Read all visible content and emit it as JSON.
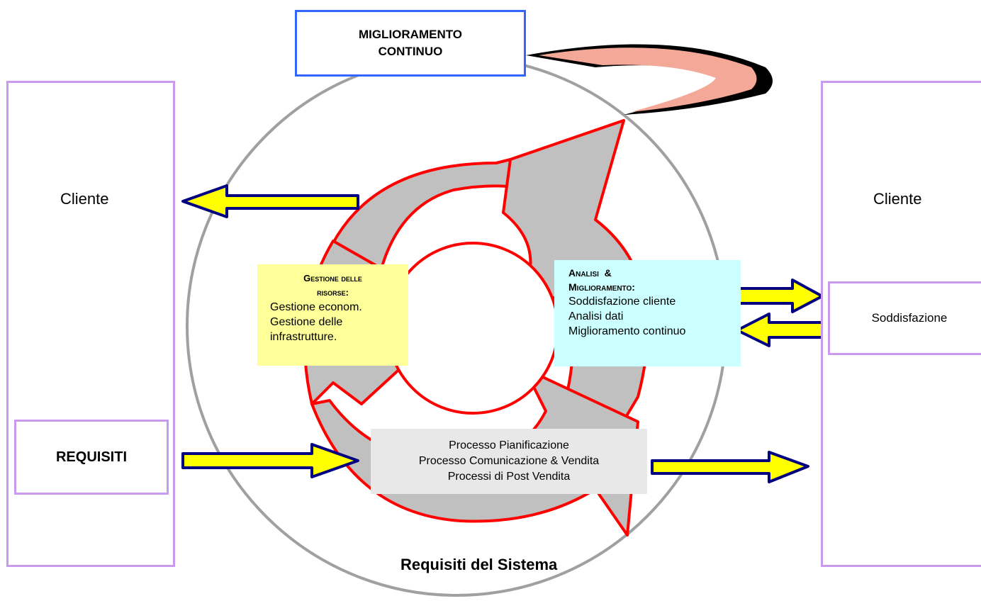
{
  "top_box": {
    "line1": "MIGLIORAMENTO",
    "line2": "CONTINUO"
  },
  "left_panel": {
    "title": "Cliente",
    "requisiti": "REQUISITI"
  },
  "right_panel": {
    "title": "Cliente",
    "soddisfazione": "Soddisfazione"
  },
  "resources_box": {
    "heading_line1": "Gestione delle",
    "heading_line2": "risorse:",
    "items": [
      "Gestione econom.",
      "Gestione delle",
      "infrastrutture."
    ]
  },
  "analysis_box": {
    "heading_line1": "Analisi  &",
    "heading_line2": "Miglioramento:",
    "items": [
      "Soddisfazione cliente",
      "Analisi dati",
      "Miglioramento continuo"
    ]
  },
  "process_box": {
    "items": [
      "Processo Pianificazione",
      "Processo Comunicazione & Vendita",
      "Processi di Post Vendita"
    ]
  },
  "bottom_label": "Requisiti del Sistema",
  "colors": {
    "outer_circle": "#a0a0a0",
    "cycle_fill": "#c0c0c0",
    "cycle_stroke": "#ff0000",
    "arrow_fill": "#ffff00",
    "panel_border": "#c99af0",
    "top_box_border": "#3366ff",
    "resources_bg": "#ffff99",
    "analysis_bg": "#ccffff",
    "process_bg": "#e8e8e8",
    "swoosh_pink": "#f4a898"
  }
}
